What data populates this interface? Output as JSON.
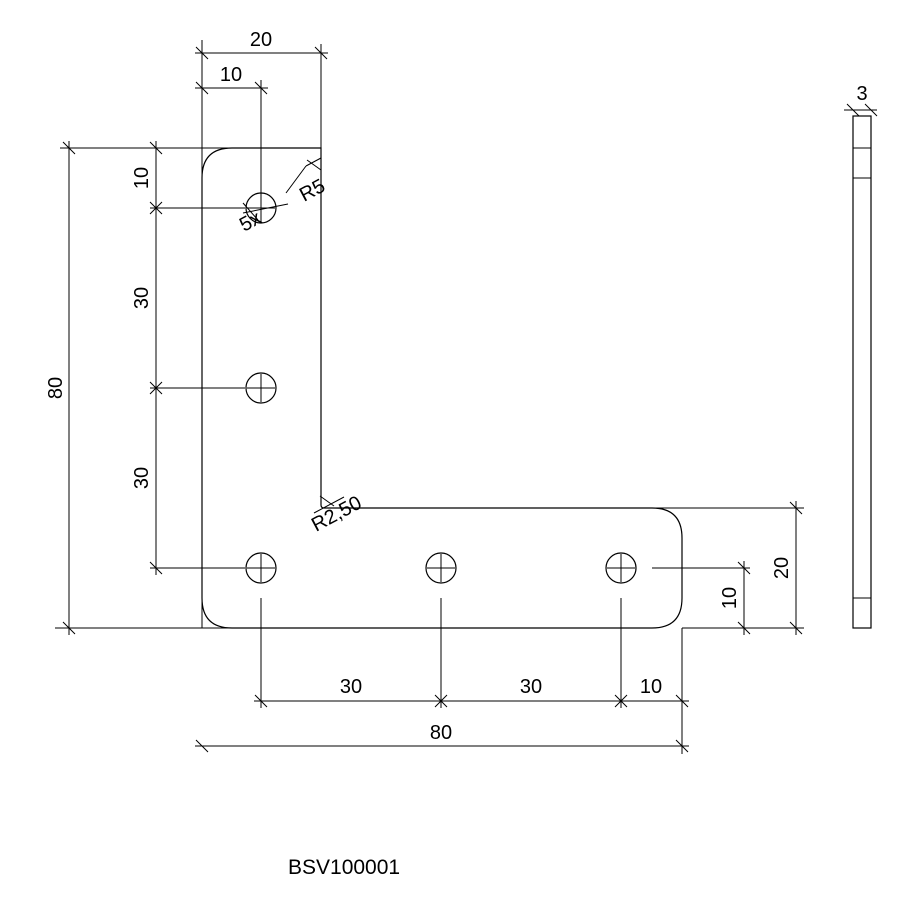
{
  "drawing": {
    "part_code": "BSV100001",
    "dimensions": {
      "top_width": "20",
      "hole_offset_x": "10",
      "top_edge_to_hole": "10",
      "vertical_pitch_1": "30",
      "vertical_pitch_2": "30",
      "overall_height": "80",
      "horizontal_pitch_1": "30",
      "horizontal_pitch_2": "30",
      "hole_to_end": "10",
      "overall_width": "80",
      "bottom_leg_height": "20",
      "bottom_hole_offset_y": "10",
      "thickness": "3",
      "outer_radius": "R5",
      "inner_radius": "R2,50",
      "hole_count": "5x"
    }
  }
}
